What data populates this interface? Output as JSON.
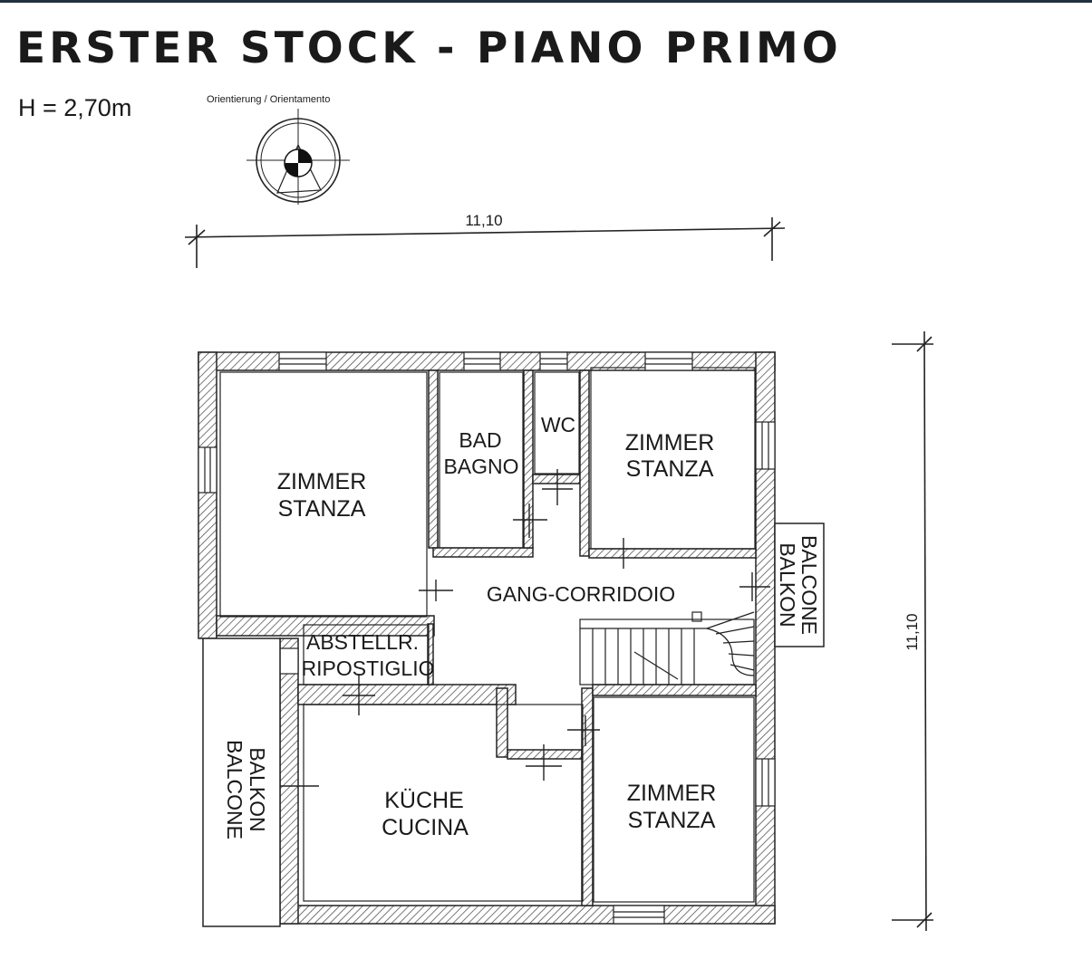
{
  "title": "ERSTER STOCK - PIANO PRIMO",
  "height_label": "H = 2,70m",
  "orientation_label": "Orientierung / Orientamento",
  "dimensions": {
    "width": "11,10",
    "height": "11,10"
  },
  "rooms": {
    "zimmer_nw": [
      "ZIMMER",
      "STANZA"
    ],
    "bad": [
      "BAD",
      "BAGNO"
    ],
    "wc": "WC",
    "zimmer_ne": [
      "ZIMMER",
      "STANZA"
    ],
    "balkon_e": [
      "BALKON",
      "BALCONE"
    ],
    "corridor": "GANG-CORRIDOIO",
    "abstell": [
      "ABSTELLR.",
      "RIPOSTIGLIO"
    ],
    "balkon_w": [
      "BALKON",
      "BALCONE"
    ],
    "kueche": [
      "KÜCHE",
      "CUCINA"
    ],
    "zimmer_se": [
      "ZIMMER",
      "STANZA"
    ]
  }
}
